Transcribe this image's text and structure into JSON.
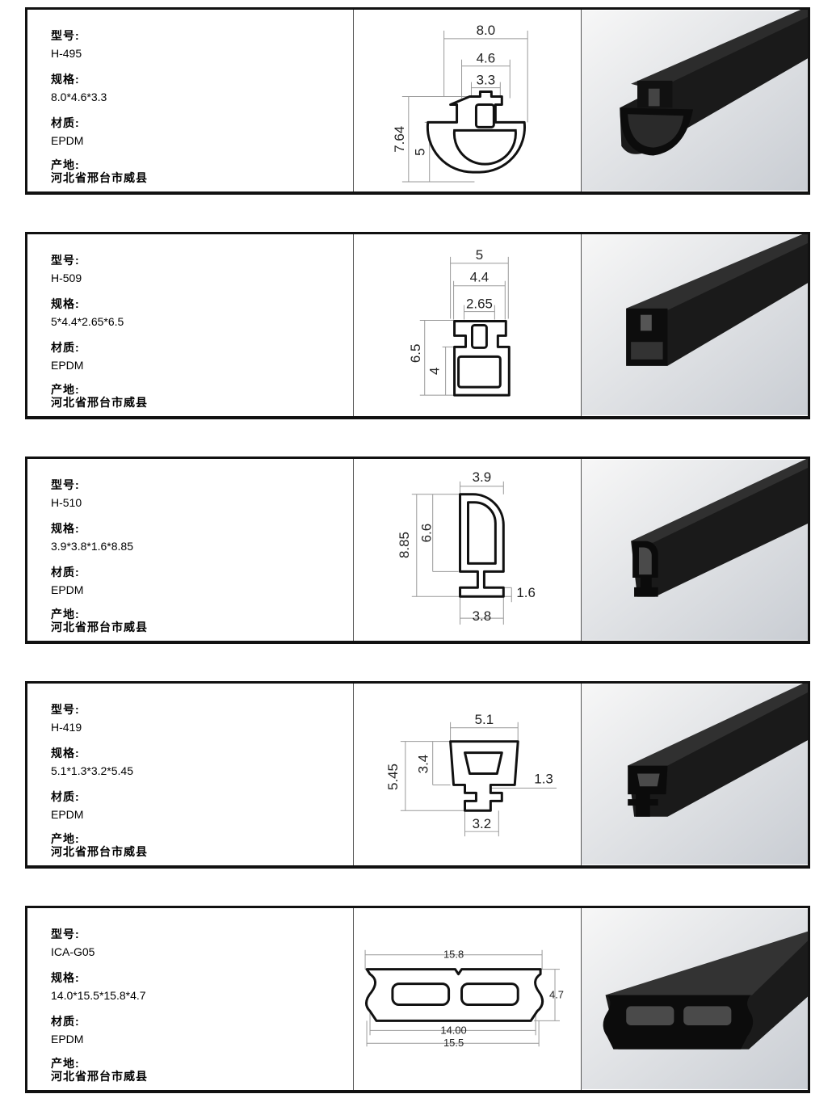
{
  "labels": {
    "model": "型号:",
    "spec": "规格:",
    "material": "材质:",
    "origin": "产地:"
  },
  "products": [
    {
      "model": "H-495",
      "spec": "8.0*4.6*3.3",
      "material": "EPDM",
      "origin": "河北省邢台市威县",
      "dims": [
        "8.0",
        "4.6",
        "3.3",
        "7.64",
        "5"
      ]
    },
    {
      "model": "H-509",
      "spec": "5*4.4*2.65*6.5",
      "material": "EPDM",
      "origin": "河北省邢台市威县",
      "dims": [
        "5",
        "4.4",
        "2.65",
        "6.5",
        "4"
      ]
    },
    {
      "model": "H-510",
      "spec": "3.9*3.8*1.6*8.85",
      "material": "EPDM",
      "origin": "河北省邢台市威县",
      "dims": [
        "3.9",
        "8.85",
        "6.6",
        "1.6",
        "3.8"
      ]
    },
    {
      "model": "H-419",
      "spec": "5.1*1.3*3.2*5.45",
      "material": "EPDM",
      "origin": "河北省邢台市威县",
      "dims": [
        "5.1",
        "5.45",
        "3.4",
        "1.3",
        "3.2"
      ]
    },
    {
      "model": "ICA-G05",
      "spec": "14.0*15.5*15.8*4.7",
      "material": "EPDM",
      "origin": "河北省邢台市威县",
      "dims": [
        "15.8",
        "4.7",
        "14.00",
        "15.5"
      ]
    }
  ]
}
